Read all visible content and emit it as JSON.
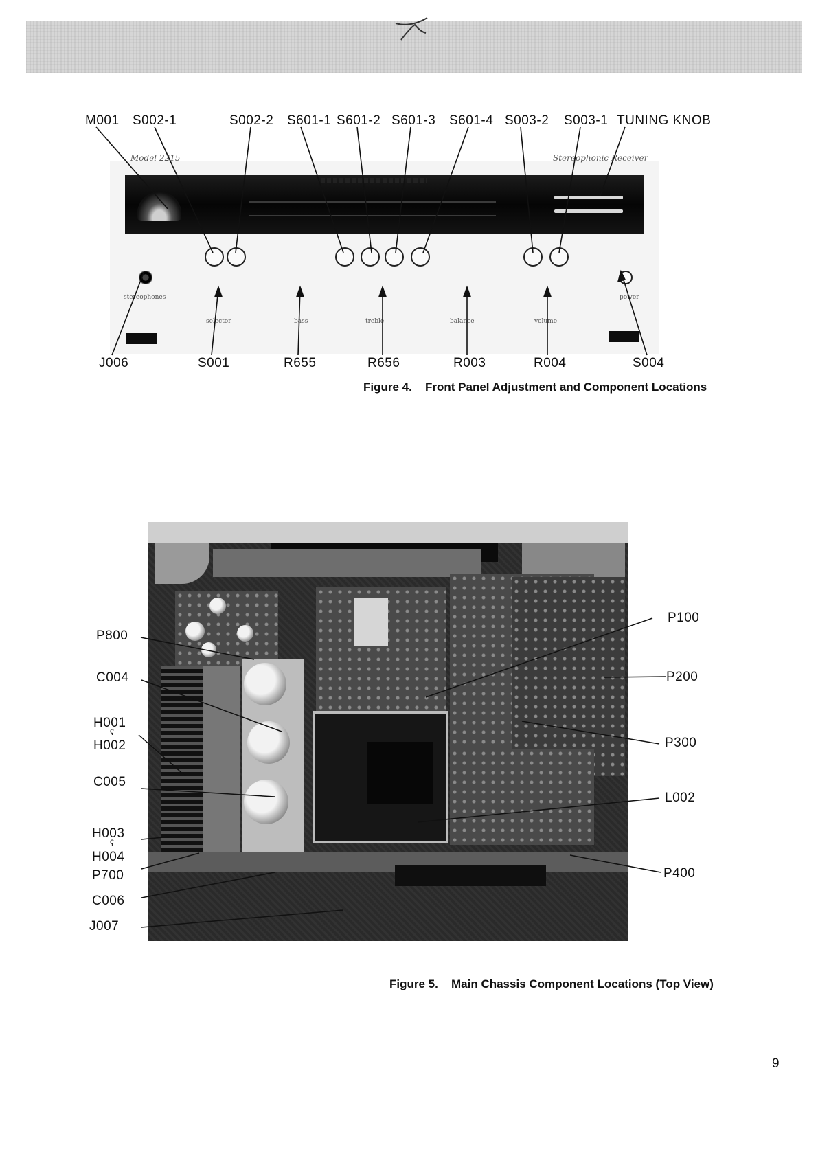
{
  "figure4": {
    "top_labels": [
      "M001",
      "S002-1",
      "S002-2",
      "S601-1",
      "S601-2",
      "S601-3",
      "S601-4",
      "S003-2",
      "S003-1",
      "TUNING KNOB"
    ],
    "bottom_labels": [
      "J006",
      "S001",
      "R655",
      "R656",
      "R003",
      "R004",
      "S004"
    ],
    "panel_text": {
      "model": "Model 2215",
      "stereo": "Stereophonic Receiver",
      "stereophones": "stereophones",
      "selector": "selector",
      "bass": "bass",
      "treble": "treble",
      "balance": "balance",
      "volume": "volume",
      "power": "power"
    },
    "caption_num": "Figure 4.",
    "caption_text": "Front Panel Adjustment and Component Locations"
  },
  "figure5": {
    "left_labels": [
      "P800",
      "C004",
      "H001",
      "H002",
      "C005",
      "H003",
      "H004",
      "P700",
      "C006",
      "J007"
    ],
    "right_labels": [
      "P100",
      "P200",
      "P300",
      "L002",
      "P400"
    ],
    "caption_num": "Figure 5.",
    "caption_text": "Main Chassis Component Locations (Top View)"
  },
  "page_number": "9"
}
